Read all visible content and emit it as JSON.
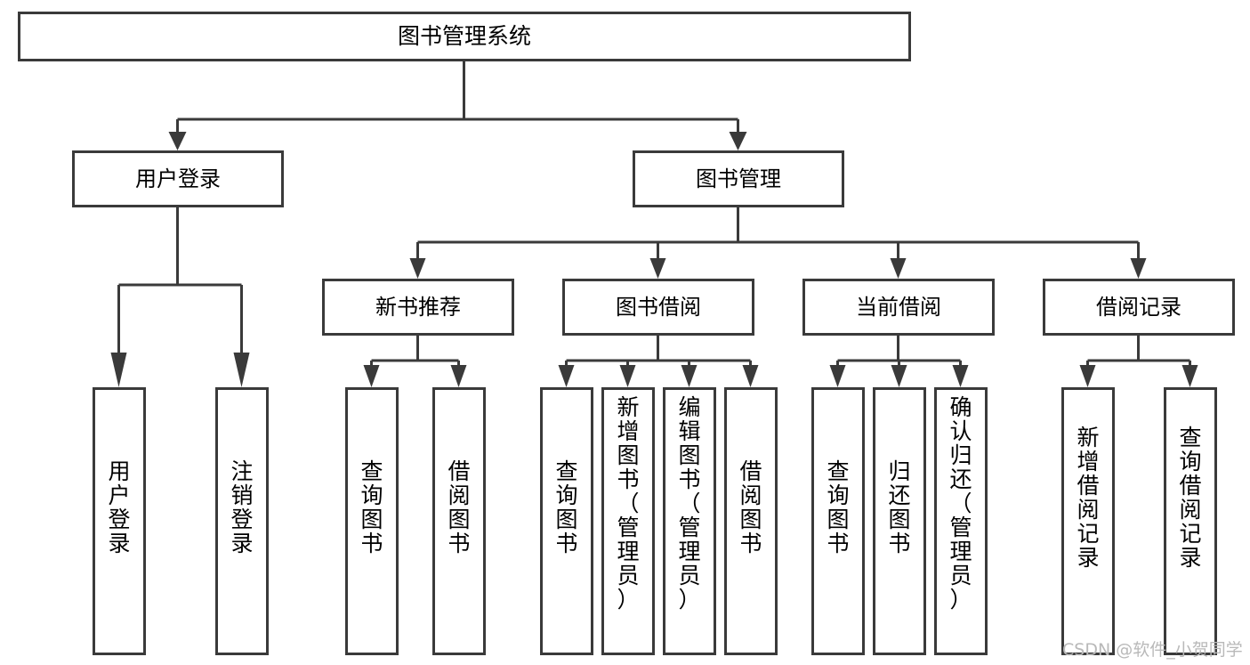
{
  "diagram": {
    "type": "tree-hierarchy",
    "title": "图书管理系统",
    "levels": {
      "level1": [
        {
          "id": "root",
          "label": "图书管理系统",
          "orientation": "horizontal"
        }
      ],
      "level2": [
        {
          "id": "user-login",
          "label": "用户登录",
          "orientation": "horizontal"
        },
        {
          "id": "book-manage",
          "label": "图书管理",
          "orientation": "horizontal"
        }
      ],
      "level3": [
        {
          "id": "new-book-rec",
          "label": "新书推荐",
          "orientation": "horizontal"
        },
        {
          "id": "book-borrow",
          "label": "图书借阅",
          "orientation": "horizontal"
        },
        {
          "id": "current-borrow",
          "label": "当前借阅",
          "orientation": "horizontal"
        },
        {
          "id": "borrow-record",
          "label": "借阅记录",
          "orientation": "horizontal"
        }
      ],
      "leaves": [
        {
          "id": "leaf-user-login",
          "label": "用户登录",
          "parent": "user-login",
          "orientation": "vertical",
          "align": "center"
        },
        {
          "id": "leaf-logout",
          "label": "注销登录",
          "parent": "user-login",
          "orientation": "vertical",
          "align": "center"
        },
        {
          "id": "leaf-query-book-1",
          "label": "查询图书",
          "parent": "new-book-rec",
          "orientation": "vertical",
          "align": "center"
        },
        {
          "id": "leaf-borrow-book-1",
          "label": "借阅图书",
          "parent": "new-book-rec",
          "orientation": "vertical",
          "align": "center"
        },
        {
          "id": "leaf-query-book-2",
          "label": "查询图书",
          "parent": "book-borrow",
          "orientation": "vertical",
          "align": "center"
        },
        {
          "id": "leaf-add-book",
          "label": "新增图书（管理员）",
          "parent": "book-borrow",
          "orientation": "vertical",
          "align": "top"
        },
        {
          "id": "leaf-edit-book",
          "label": "编辑图书（管理员）",
          "parent": "book-borrow",
          "orientation": "vertical",
          "align": "top"
        },
        {
          "id": "leaf-borrow-book-2",
          "label": "借阅图书",
          "parent": "book-borrow",
          "orientation": "vertical",
          "align": "center"
        },
        {
          "id": "leaf-query-book-3",
          "label": "查询图书",
          "parent": "current-borrow",
          "orientation": "vertical",
          "align": "center"
        },
        {
          "id": "leaf-return-book",
          "label": "归还图书",
          "parent": "current-borrow",
          "orientation": "vertical",
          "align": "center"
        },
        {
          "id": "leaf-confirm-return",
          "label": "确认归还（管理员）",
          "parent": "current-borrow",
          "orientation": "vertical",
          "align": "top"
        },
        {
          "id": "leaf-add-record",
          "label": "新增借阅记录",
          "parent": "borrow-record",
          "orientation": "vertical",
          "align": "center"
        },
        {
          "id": "leaf-query-record",
          "label": "查询借阅记录",
          "parent": "borrow-record",
          "orientation": "vertical",
          "align": "center"
        }
      ]
    },
    "colors": {
      "box_stroke": "#3a3a3a",
      "box_fill": "#ffffff",
      "text": "#000000",
      "background": "#ffffff",
      "watermark": "#b9b9b9"
    }
  },
  "watermark": {
    "text": "CSDN @软件_小贺同学"
  }
}
